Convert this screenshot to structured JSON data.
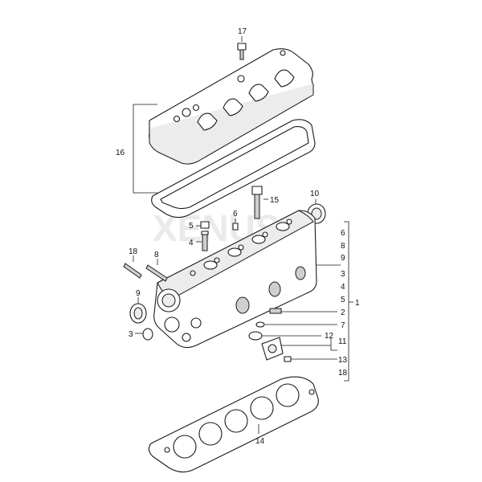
{
  "diagram": {
    "watermark": "XENUS",
    "colors": {
      "line": "#1a1a1a",
      "fill": "#ffffff",
      "shade": "#cfcfcf"
    },
    "callouts": {
      "c17": "17",
      "c16": "16",
      "c15": "15",
      "c10": "10",
      "c6a": "6",
      "c5": "5",
      "c4": "4",
      "c18a": "18",
      "c8a": "8",
      "c9a": "9",
      "c3a": "3",
      "c14": "14",
      "c1": "1",
      "r6": "6",
      "r8": "8",
      "r9": "9",
      "r3": "3",
      "r4": "4",
      "r5": "5",
      "r2": "2",
      "r7": "7",
      "r12": "12",
      "r11": "11",
      "r13": "13",
      "r18": "18"
    }
  }
}
